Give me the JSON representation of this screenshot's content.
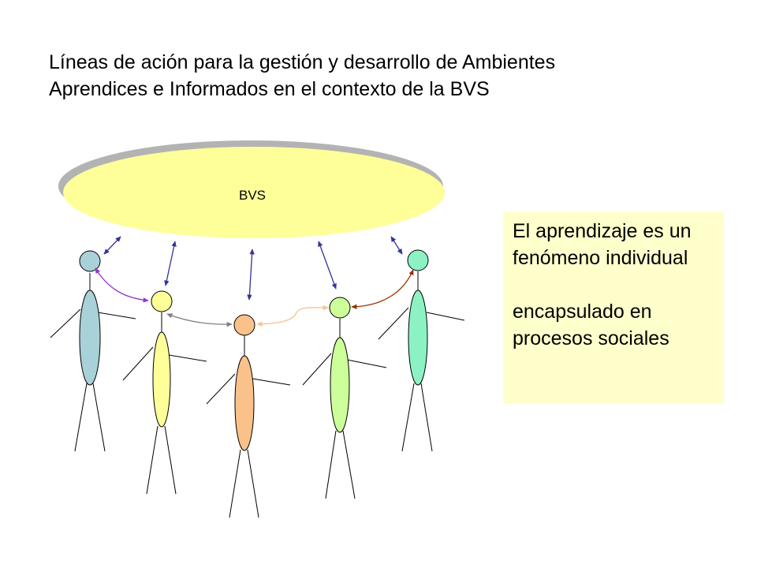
{
  "slide": {
    "title_line1": "Líneas de ación para la gestión y desarrollo de Ambientes",
    "title_line2": "Aprendices e Informados en el contexto de la BVS"
  },
  "diagram": {
    "hub": {
      "label": "BVS",
      "fill": "#ffff99"
    },
    "figures": [
      {
        "name": "person-1",
        "color": "#a9d1d9"
      },
      {
        "name": "person-2",
        "color": "#ffff99"
      },
      {
        "name": "person-3",
        "color": "#fbc18b"
      },
      {
        "name": "person-4",
        "color": "#ccff99"
      },
      {
        "name": "person-5",
        "color": "#8cf2c4"
      }
    ],
    "hub_link_color": "#333399",
    "peer_link_colors": [
      "#9933cc",
      "#808080",
      "#fbc18b",
      "#993300"
    ]
  },
  "note": {
    "line1": "El aprendizaje es un fenómeno individual",
    "line2": "encapsulado en procesos sociales",
    "background": "#ffffcc"
  }
}
